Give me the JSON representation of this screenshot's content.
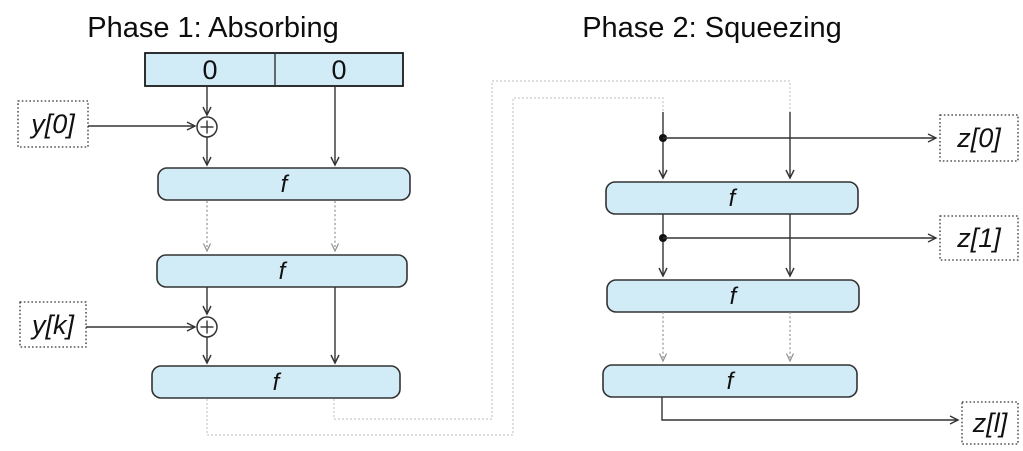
{
  "f_label": "f",
  "phase1": {
    "title": "Phase 1: Absorbing",
    "state_cells": [
      "0",
      "0"
    ],
    "inputs": [
      {
        "label": "y[0]"
      },
      {
        "label": "y[k]"
      }
    ],
    "xor_symbol": "⊕"
  },
  "phase2": {
    "title": "Phase 2: Squeezing",
    "outputs": [
      {
        "label": "z[0]"
      },
      {
        "label": "z[1]"
      },
      {
        "label": "z[l]"
      }
    ]
  },
  "colors": {
    "box_fill": "#d2ecf7",
    "box_border": "#333333",
    "arrow": "#333333",
    "dashed_arrow_gray": "#909090",
    "routing_line_gray": "#c9c9c9",
    "background": "#ffffff"
  }
}
